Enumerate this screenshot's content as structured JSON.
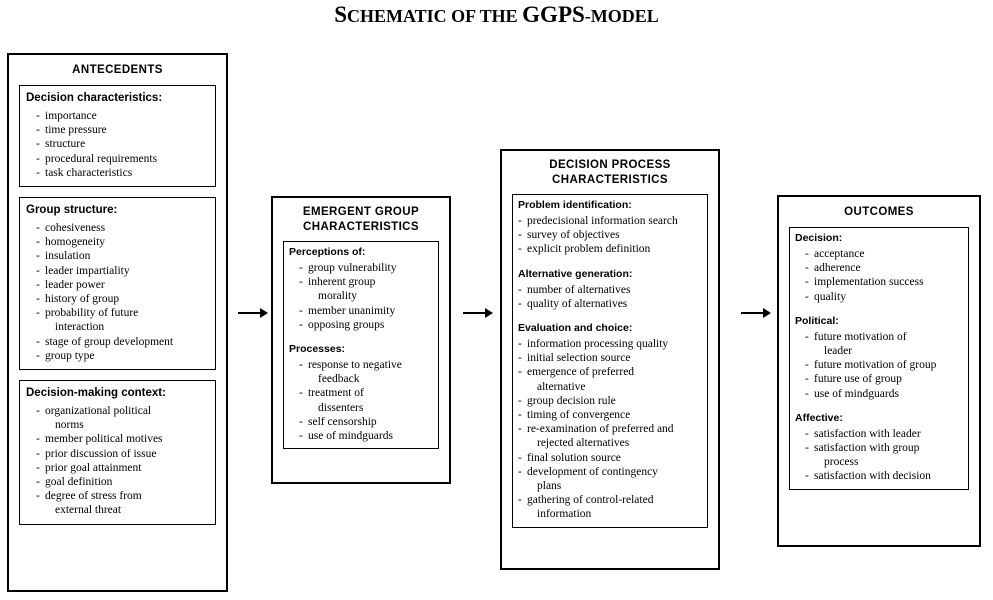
{
  "title": {
    "part1": "Schematic of the ",
    "ggps": "GGPS",
    "part2": "-model",
    "full": "SCHEMATIC OF THE GGPS-MODEL"
  },
  "columns": [
    {
      "id": "antecedents",
      "heading": "ANTECEDENTS",
      "groups": [
        {
          "id": "decision-characteristics",
          "heading": "Decision characteristics:",
          "items": [
            {
              "text": "importance"
            },
            {
              "text": "time pressure"
            },
            {
              "text": "structure"
            },
            {
              "text": "procedural requirements"
            },
            {
              "text": "task characteristics"
            }
          ]
        },
        {
          "id": "group-structure",
          "heading": "Group structure:",
          "items": [
            {
              "text": "cohesiveness"
            },
            {
              "text": "homogeneity"
            },
            {
              "text": "insulation"
            },
            {
              "text": "leader impartiality"
            },
            {
              "text": "leader power"
            },
            {
              "text": "history of group"
            },
            {
              "text": "probability of future",
              "cont": "interaction"
            },
            {
              "text": "stage of group development"
            },
            {
              "text": "group type"
            }
          ]
        },
        {
          "id": "decision-making-context",
          "heading": "Decision-making context:",
          "items": [
            {
              "text": "organizational political",
              "cont": "norms"
            },
            {
              "text": "member political motives"
            },
            {
              "text": "prior discussion of issue"
            },
            {
              "text": "prior goal attainment"
            },
            {
              "text": "goal definition"
            },
            {
              "text": "degree of stress from",
              "cont": "external threat"
            }
          ]
        }
      ]
    },
    {
      "id": "emergent-group-characteristics",
      "heading_line1": "EMERGENT GROUP",
      "heading_line2": "CHARACTERISTICS",
      "groups": [
        {
          "id": "emergent-combined",
          "heading": "Perceptions of:",
          "items": [
            {
              "text": "group vulnerability"
            },
            {
              "text": "inherent group",
              "cont": "morality"
            },
            {
              "text": "member unanimity"
            },
            {
              "text": "opposing groups"
            }
          ],
          "heading2": "Processes:",
          "items2": [
            {
              "text": "response to negative",
              "cont": "feedback"
            },
            {
              "text": "treatment of",
              "cont": "dissenters"
            },
            {
              "text": "self censorship"
            },
            {
              "text": "use of mindguards"
            }
          ]
        }
      ]
    },
    {
      "id": "decision-process-characteristics",
      "heading_line1": "DECISION PROCESS",
      "heading_line2": "CHARACTERISTICS",
      "groups": [
        {
          "id": "dpc-combined",
          "heading": "Problem identification:",
          "items": [
            {
              "text": "predecisional information search"
            },
            {
              "text": "survey of objectives"
            },
            {
              "text": "explicit problem definition"
            }
          ],
          "heading2": "Alternative generation:",
          "items2": [
            {
              "text": "number of alternatives"
            },
            {
              "text": "quality of alternatives"
            }
          ],
          "heading3": "Evaluation and choice:",
          "items3": [
            {
              "text": "information processing quality"
            },
            {
              "text": "initial selection source"
            },
            {
              "text": "emergence of preferred",
              "cont": "alternative"
            },
            {
              "text": "group decision rule"
            },
            {
              "text": "timing of convergence"
            },
            {
              "text": "re-examination of preferred and",
              "cont": "rejected alternatives"
            },
            {
              "text": "final solution source"
            },
            {
              "text": "development of contingency",
              "cont": "plans"
            },
            {
              "text": "gathering of control-related",
              "cont": "information"
            }
          ]
        }
      ]
    },
    {
      "id": "outcomes",
      "heading": "OUTCOMES",
      "groups": [
        {
          "id": "outcomes-combined",
          "heading": "Decision:",
          "items": [
            {
              "text": "acceptance"
            },
            {
              "text": "adherence"
            },
            {
              "text": "implementation success"
            },
            {
              "text": "quality"
            }
          ],
          "heading2": "Political:",
          "items2": [
            {
              "text": "future motivation of",
              "cont": "leader"
            },
            {
              "text": "future motivation of group"
            },
            {
              "text": "future use of group"
            },
            {
              "text": "use of mindguards"
            }
          ],
          "heading3": "Affective:",
          "items3": [
            {
              "text": "satisfaction with leader"
            },
            {
              "text": "satisfaction with group",
              "cont": "process"
            },
            {
              "text": "satisfaction with decision"
            }
          ]
        }
      ]
    }
  ],
  "arrows": [
    {
      "id": "arrow-antecedents-to-emergent"
    },
    {
      "id": "arrow-emergent-to-process"
    },
    {
      "id": "arrow-process-to-outcomes"
    }
  ],
  "colors": {
    "background": "#ffffff",
    "line": "#000000",
    "text": "#000000"
  }
}
